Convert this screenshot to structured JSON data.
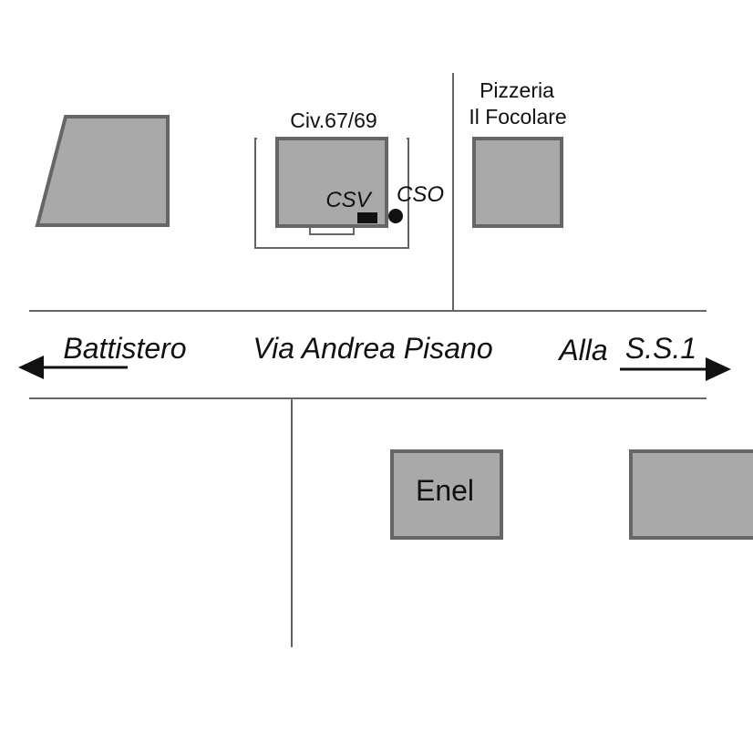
{
  "map": {
    "street_name": "Via Andrea Pisano",
    "direction_left": "Battistero",
    "direction_right_prefix": "Alla",
    "direction_right_dest": "S.S.1",
    "labels": {
      "civic_number": "Civ.67/69",
      "pizzeria_line1": "Pizzeria",
      "pizzeria_line2": "Il Focolare",
      "csv": "CSV",
      "cso": "CSO",
      "enel": "Enel"
    },
    "colors": {
      "building_fill": "#a9a9a9",
      "building_stroke": "#666666",
      "ink": "#111111"
    }
  }
}
